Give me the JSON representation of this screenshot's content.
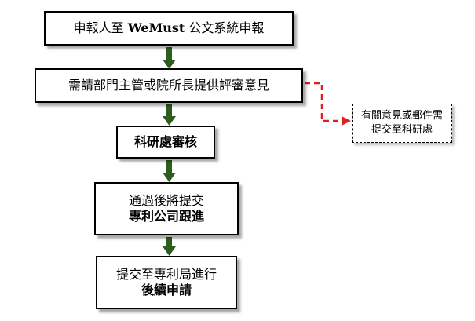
{
  "flowchart": {
    "step1": {
      "prefix": "申報人至 ",
      "brand": "WeMust",
      "suffix": " 公文系統申報"
    },
    "step2": {
      "label": "需請部門主管或院所長提供評審意見"
    },
    "step3": {
      "label": "科研處審核"
    },
    "step4": {
      "line1": "通過後將提交",
      "line2": "專利公司跟進"
    },
    "step5": {
      "line1": "提交至專利局進行",
      "line2": "後續申請"
    },
    "side_note": {
      "line1": "有關意見或郵件需",
      "line2": "提交至科研處"
    }
  },
  "colors": {
    "arrow": "#2e5e1e",
    "side_arrow": "#e02020",
    "border": "#000000"
  }
}
